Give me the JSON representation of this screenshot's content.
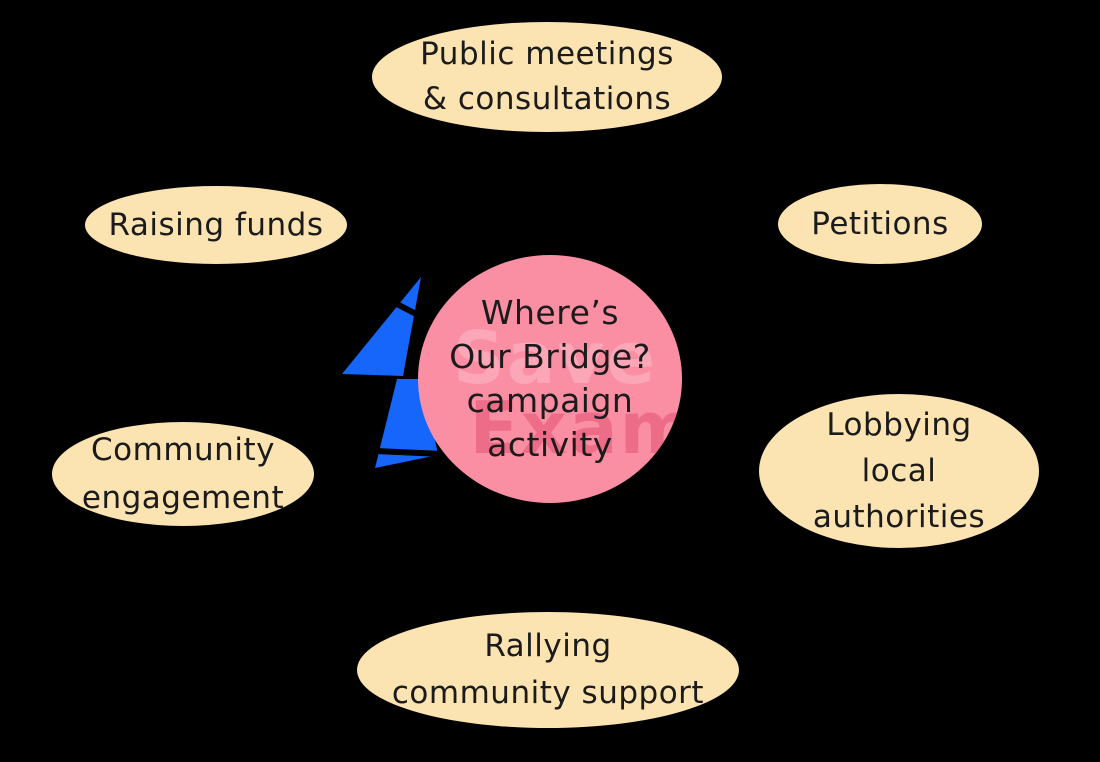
{
  "title": "Where’s Our Bridge? campaign activity spider diagram",
  "colors": {
    "background": "#000000",
    "center_fill": "#FA8FA4",
    "bubble_fill": "#FBE3B2",
    "text": "#1B1B1B",
    "bolt_blue": "#1666FB"
  },
  "center": {
    "lines": [
      "Where’s",
      "Our Bridge?",
      "campaign",
      "activity"
    ]
  },
  "watermark": {
    "line1": "Save M",
    "line2": "Exams"
  },
  "icons": {
    "lightning_bolt": "lightning-bolt-icon"
  },
  "bubbles": [
    {
      "id": "public-meetings-consultations",
      "lines": [
        "Public meetings",
        "& consultations"
      ]
    },
    {
      "id": "raising-funds",
      "lines": [
        "Raising funds"
      ]
    },
    {
      "id": "petitions",
      "lines": [
        "Petitions"
      ]
    },
    {
      "id": "community-engagement",
      "lines": [
        "Community",
        "engagement"
      ]
    },
    {
      "id": "lobbying-local-authorities",
      "lines": [
        "Lobbying",
        "local",
        "authorities"
      ]
    },
    {
      "id": "rallying-community-support",
      "lines": [
        "Rallying",
        "community support"
      ]
    }
  ]
}
